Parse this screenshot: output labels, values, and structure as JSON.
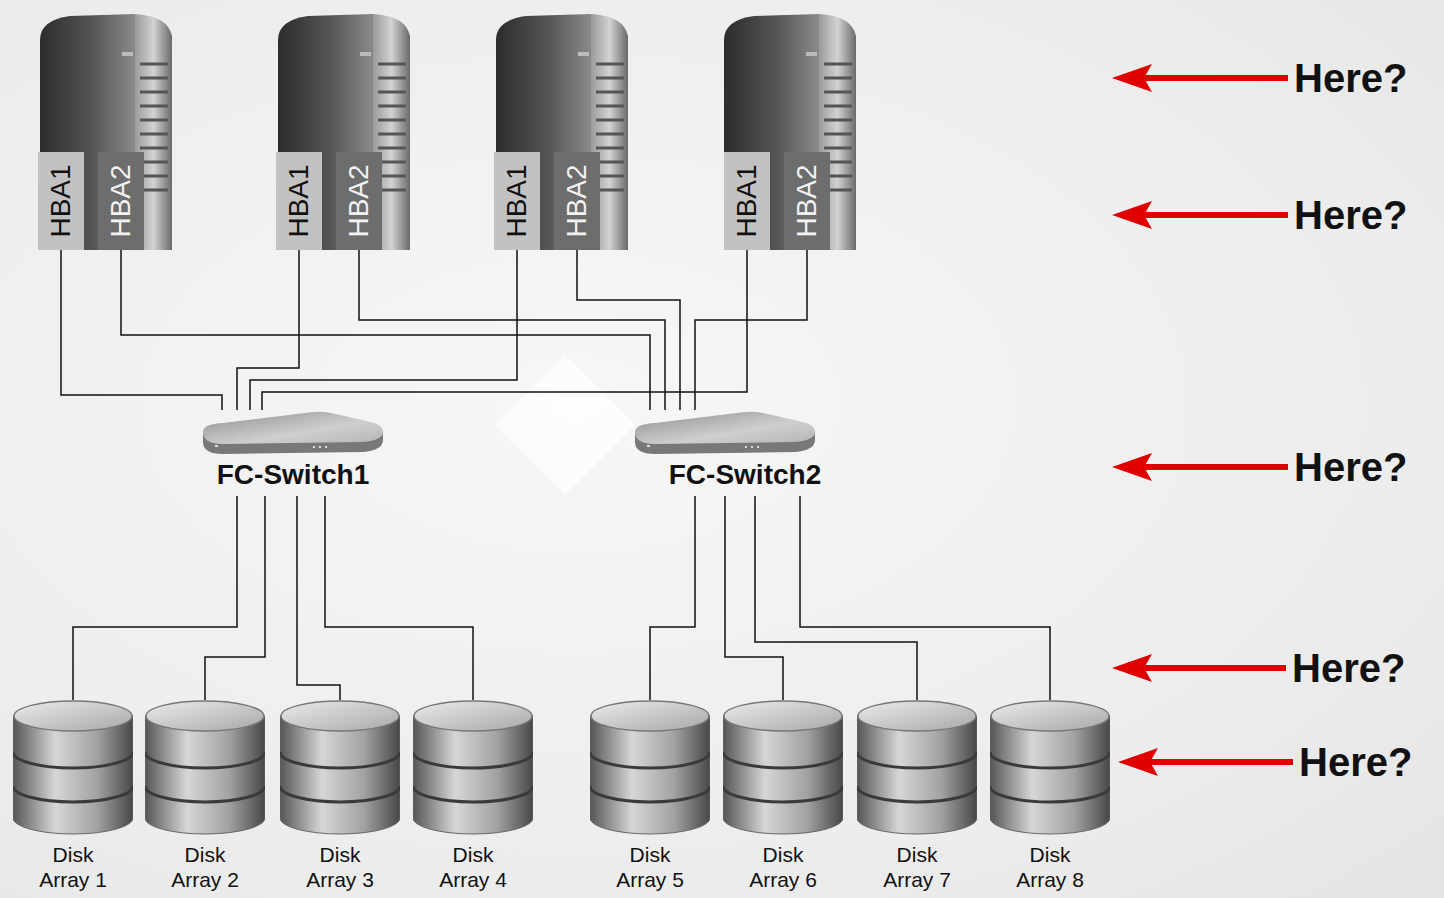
{
  "diagram": {
    "nodes": [
      {
        "text": [
          "HBA1"
        ]
      },
      {
        "text": [
          "HBA2"
        ]
      },
      {
        "text": [
          "HBA1"
        ]
      },
      {
        "text": [
          "HBA2"
        ]
      },
      {
        "text": [
          "HBA1"
        ]
      },
      {
        "text": [
          "HBA2"
        ]
      },
      {
        "text": [
          "HBA1"
        ]
      },
      {
        "text": [
          "HBA2"
        ]
      },
      {
        "text": [
          "FC-Switch1"
        ]
      },
      {
        "text": [
          "FC-Switch2"
        ]
      },
      {
        "text": [
          "Disk Array 1"
        ]
      },
      {
        "text": [
          "Disk Array 2"
        ]
      },
      {
        "text": [
          "Disk Array 3"
        ]
      },
      {
        "text": [
          "Disk Array 4"
        ]
      },
      {
        "text": [
          "Disk Array 5"
        ]
      },
      {
        "text": [
          "Disk Array 6"
        ]
      },
      {
        "text": [
          "Disk Array 7"
        ]
      },
      {
        "text": [
          "Disk Array 8"
        ]
      }
    ],
    "edges": [
      {
        "from": 0,
        "to": 8,
        "arrow": "none"
      },
      {
        "from": 1,
        "to": 9,
        "arrow": "none"
      },
      {
        "from": 2,
        "to": 8,
        "arrow": "none"
      },
      {
        "from": 3,
        "to": 9,
        "arrow": "none"
      },
      {
        "from": 4,
        "to": 8,
        "arrow": "none"
      },
      {
        "from": 5,
        "to": 9,
        "arrow": "none"
      },
      {
        "from": 6,
        "to": 8,
        "arrow": "none"
      },
      {
        "from": 7,
        "to": 9,
        "arrow": "none"
      },
      {
        "from": 8,
        "to": 10,
        "arrow": "none"
      },
      {
        "from": 8,
        "to": 11,
        "arrow": "none"
      },
      {
        "from": 8,
        "to": 12,
        "arrow": "none"
      },
      {
        "from": 8,
        "to": 13,
        "arrow": "none"
      },
      {
        "from": 9,
        "to": 14,
        "arrow": "none"
      },
      {
        "from": 9,
        "to": 15,
        "arrow": "none"
      },
      {
        "from": 9,
        "to": 16,
        "arrow": "none"
      },
      {
        "from": 9,
        "to": 17,
        "arrow": "none"
      }
    ],
    "labels": [
      "Here?",
      "Here?",
      "Here?",
      "Here?",
      "Here?"
    ]
  }
}
